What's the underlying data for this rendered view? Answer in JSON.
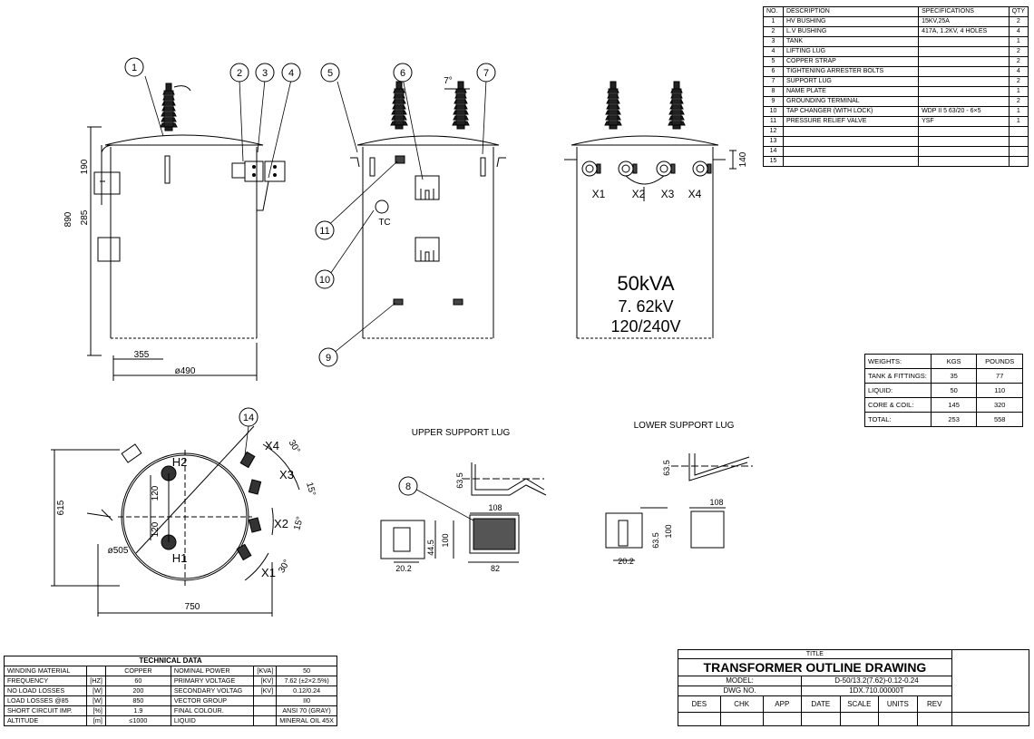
{
  "parts_table": {
    "headers": [
      "NO.",
      "DESCRIPTION",
      "SPECIFICATIONS",
      "QTY"
    ],
    "rows": [
      [
        "1",
        "HV BUSHING",
        "15KV,25A",
        "2"
      ],
      [
        "2",
        "L.V BUSHING",
        "417A, 1.2KV, 4 HOLES",
        "4"
      ],
      [
        "3",
        "TANK",
        "",
        "1"
      ],
      [
        "4",
        "LIFTING LUG",
        "",
        "2"
      ],
      [
        "5",
        "COPPER STRAP",
        "",
        "2"
      ],
      [
        "6",
        "TIGHTENING ARRESTER BOLTS",
        "",
        "4"
      ],
      [
        "7",
        "SUPPORT LUG",
        "",
        "2"
      ],
      [
        "8",
        "NAME PLATE",
        "",
        "1"
      ],
      [
        "9",
        "GROUNDING TERMINAL",
        "",
        "2"
      ],
      [
        "10",
        "TAP CHANGER (WITH LOCK)",
        "WDP II 5 63/20 - 6×5",
        "1"
      ],
      [
        "11",
        "PRESSURE RELIEF VALVE",
        "YSF",
        "1"
      ],
      [
        "12",
        "",
        "",
        ""
      ],
      [
        "13",
        "",
        "",
        ""
      ],
      [
        "14",
        "",
        "",
        ""
      ],
      [
        "15",
        "",
        "",
        ""
      ]
    ]
  },
  "weights_table": {
    "headers": [
      "WEIGHTS:",
      "KGS",
      "POUNDS"
    ],
    "rows": [
      [
        "TANK & FITTINGS:",
        "35",
        "77"
      ],
      [
        "LIQUID:",
        "50",
        "110"
      ],
      [
        "CORE & COIL:",
        "145",
        "320"
      ],
      [
        "TOTAL:",
        "253",
        "558"
      ]
    ]
  },
  "technical_data": {
    "title": "TECHNICAL DATA",
    "rows": [
      [
        "WINDING MATERIAL",
        "",
        "COPPER",
        "NOMINAL POWER",
        "[KVA]",
        "50"
      ],
      [
        "FREQUENCY",
        "[HZ]",
        "60",
        "PRIMARY VOLTAGE",
        "[KV]",
        "7.62 (±2×2.5%)"
      ],
      [
        "NO LOAD LOSSES",
        "[W]",
        "200",
        "SECONDARY VOLTAG",
        "[KV]",
        "0.12/0.24"
      ],
      [
        "LOAD LOSSES @85",
        "[W]",
        "850",
        "VECTOR GROUP",
        "",
        "II0"
      ],
      [
        "SHORT CIRCUIT IMP.",
        "[%]",
        "1.9",
        "FINAL COLOUR.",
        "",
        "ANSI 70 (GRAY)"
      ],
      [
        "ALTITUDE",
        "[m]",
        "≤1000",
        "LIQUID",
        "",
        "MINERAL OIL 45X"
      ]
    ]
  },
  "title_block": {
    "title_label": "TITLE",
    "title": "TRANSFORMER OUTLINE DRAWING",
    "model_label": "MODEL:",
    "model_value": "D-50/13.2(7.62)-0.12-0.24",
    "dwg_label": "DWG NO.",
    "dwg_value": "1DX.710.00000T",
    "footer": [
      "DES",
      "CHK",
      "APP",
      "DATE",
      "SCALE",
      "UNITS",
      "REV"
    ]
  },
  "drawing": {
    "callouts": [
      "1",
      "2",
      "3",
      "4",
      "5",
      "6",
      "7",
      "8",
      "9",
      "10",
      "11",
      "14"
    ],
    "dims": {
      "height_890": "890",
      "d190": "190",
      "d285": "285",
      "d355": "355",
      "dia490": "ø490",
      "angle7": "7°",
      "d140": "140",
      "d615": "615",
      "d750": "750",
      "dia505": "ø505",
      "d120a": "120",
      "d120b": "120",
      "a30a": "30°",
      "a15a": "15°",
      "a15b": "15°",
      "a30b": "30°",
      "d63_5a": "63.5",
      "d108a": "108",
      "d44_5": "44.5",
      "d100a": "100",
      "d20_2a": "20.2",
      "d82": "82",
      "d63_5b": "63.5",
      "d108b": "108",
      "d63_5c": "63.5",
      "d100b": "100",
      "d20_2b": "20.2"
    },
    "terminals": [
      "X1",
      "X2",
      "X3",
      "X4"
    ],
    "hv_terminals": [
      "H1",
      "H2"
    ],
    "tc_label": "TC",
    "rating_kva": "50kVA",
    "rating_hv": "7. 62kV",
    "rating_lv": "120/240V",
    "upper_lug_label": "UPPER SUPPORT LUG",
    "lower_lug_label": "LOWER SUPPORT LUG"
  },
  "colors": {
    "line": "#000000",
    "background": "#ffffff"
  }
}
